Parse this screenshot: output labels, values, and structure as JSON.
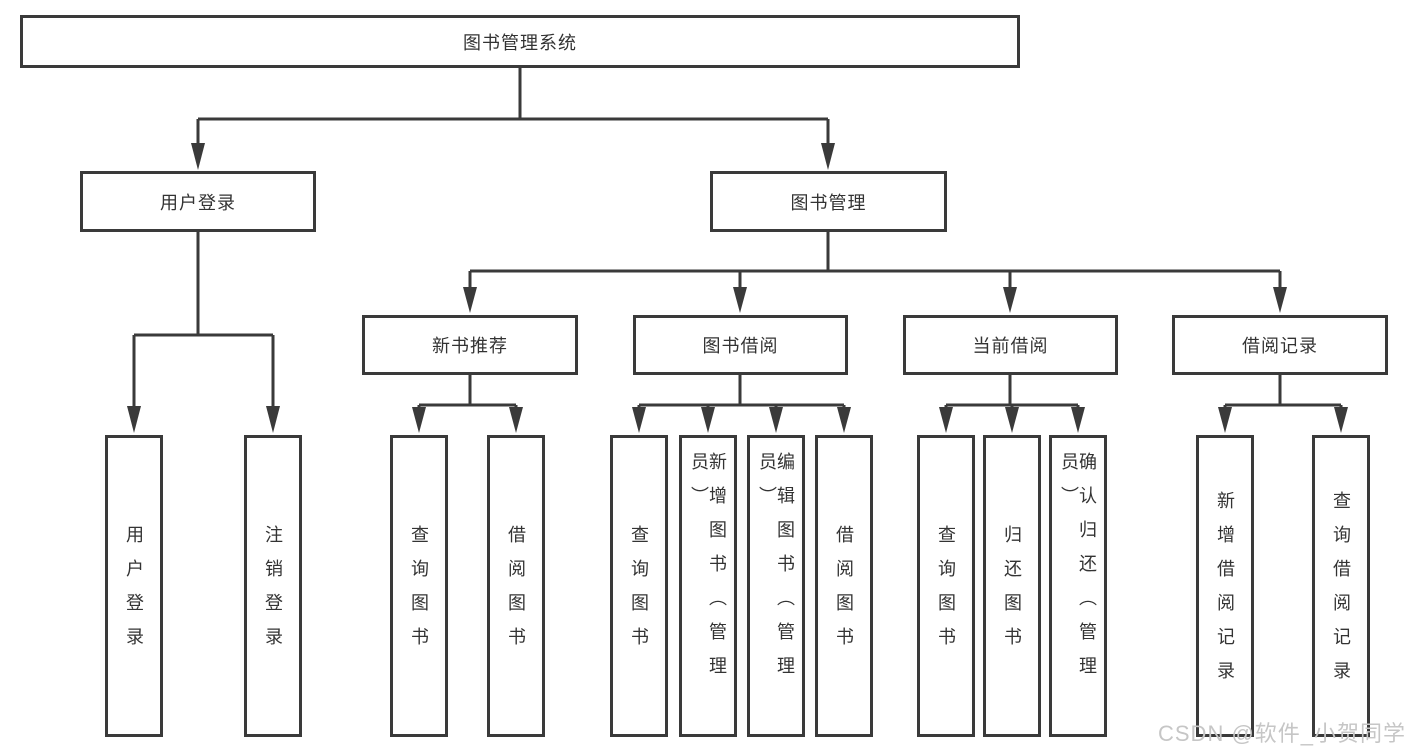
{
  "diagram": {
    "title": "图书管理系统",
    "level2": [
      {
        "label": "用户登录"
      },
      {
        "label": "图书管理"
      }
    ],
    "level3": [
      {
        "label": "新书推荐"
      },
      {
        "label": "图书借阅"
      },
      {
        "label": "当前借阅"
      },
      {
        "label": "借阅记录"
      }
    ],
    "leaves": {
      "user": [
        "用户登录",
        "注销登录"
      ],
      "recommend": [
        "查询图书",
        "借阅图书"
      ],
      "borrow": [
        "查询图书",
        "新增图书（管理员）",
        "编辑图书（管理员）",
        "借阅图书"
      ],
      "current": [
        "查询图书",
        "归还图书",
        "确认归还（管理员）"
      ],
      "record": [
        "新增借阅记录",
        "查询借阅记录"
      ]
    }
  },
  "watermark": "CSDN @软件_小贺同学",
  "colors": {
    "line": "#3a3a3a",
    "box_border": "#3a3a3a",
    "box_fill": "#ffffff",
    "text": "#333333",
    "watermark": "#c6c6c6"
  }
}
